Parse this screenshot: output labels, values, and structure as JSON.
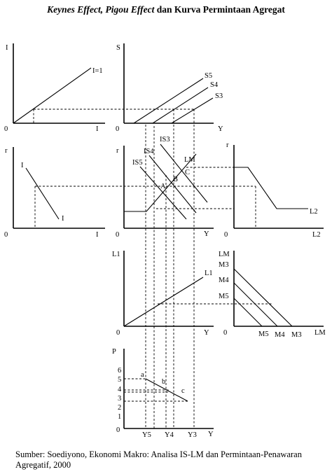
{
  "title": {
    "part1": "Keynes Effect, Pigou Effect",
    "part2": " dan Kurva Permintaan Agregat"
  },
  "source": "Sumber: Soediyono, Ekonomi Makro: Analisa IS-LM dan Permintaan-Penawaran Agregatif, 2000",
  "labels": {
    "p1": {
      "yaxis": "I",
      "xaxis": "I",
      "origin": "0",
      "curve": "I=1"
    },
    "p2": {
      "yaxis": "S",
      "xaxis": "Y",
      "origin": "0",
      "s5": "S5",
      "s4": "S4",
      "s3": "S3"
    },
    "p3": {
      "yaxis": "r",
      "xaxis": "I",
      "origin": "0",
      "curve_top": "I",
      "curve_bottom": "I"
    },
    "p4": {
      "yaxis": "r",
      "xaxis": "Y",
      "origin": "0",
      "is3": "IS3",
      "is4": "IS4",
      "is5": "IS5",
      "lm": "LM",
      "a": "A",
      "b": "B",
      "c": "C"
    },
    "p5": {
      "yaxis": "r",
      "xaxis": "L2",
      "origin": "0",
      "curve": "L2"
    },
    "p6": {
      "yaxis": "L1",
      "xaxis": "Y",
      "origin": "0",
      "curve": "L1"
    },
    "p7": {
      "yaxis": "LM",
      "xaxis": "LM",
      "origin": "0",
      "m3": "M3",
      "m4": "M4",
      "m5": "M5",
      "xm5": "M5",
      "xm4": "M4",
      "xm3": "M3"
    },
    "p8": {
      "yaxis": "P",
      "xaxis": "Y",
      "origin": "0",
      "ticks": [
        "6",
        "5",
        "4",
        "3",
        "2",
        "1"
      ],
      "a": "a",
      "b": "b",
      "c": "c",
      "y5": "Y5",
      "y4": "Y4",
      "y3": "Y3"
    }
  }
}
